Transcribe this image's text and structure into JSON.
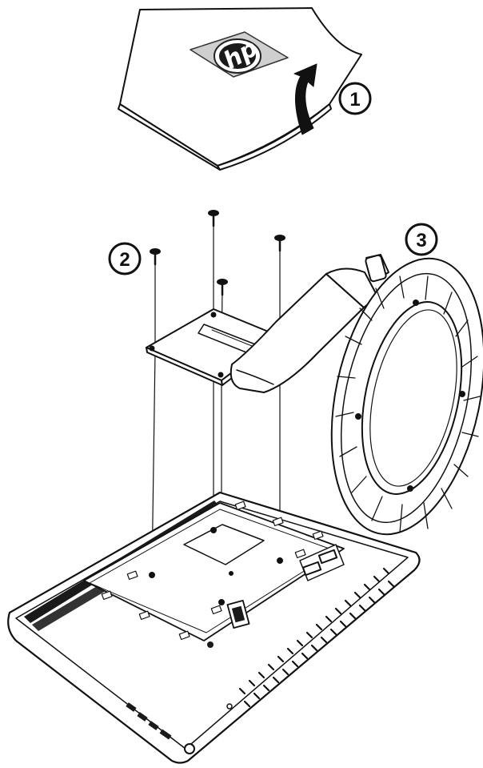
{
  "steps": [
    {
      "label": "1"
    },
    {
      "label": "2"
    },
    {
      "label": "3"
    }
  ],
  "logo": {
    "text": "hp"
  },
  "colors": {
    "line": "#111111",
    "fill": "#ffffff",
    "logo": "#cfcfcf",
    "dark": "#1a1a1a"
  }
}
